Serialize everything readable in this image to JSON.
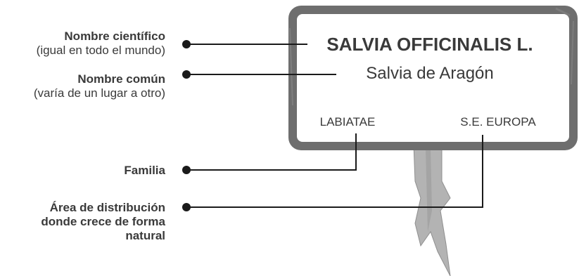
{
  "labels": {
    "scientific": {
      "title": "Nombre científico",
      "note": "(igual en todo el mundo)"
    },
    "common": {
      "title": "Nombre común",
      "note": "(varía de un lugar a otro)"
    },
    "family": {
      "title": "Familia"
    },
    "area": {
      "title_line1": "Área de distribución",
      "title_line2": "donde crece de forma",
      "title_line3": "natural"
    }
  },
  "sign": {
    "scientific_name": "SALVIA OFFICINALIS L.",
    "common_name": "Salvia de Aragón",
    "family": "LABIATAE",
    "distribution": "S.E. EUROPA"
  },
  "colors": {
    "text": "#3a3a3a",
    "frame": "#6e6e6e",
    "post": "#b3b3b3",
    "line": "#1a1a1a"
  }
}
